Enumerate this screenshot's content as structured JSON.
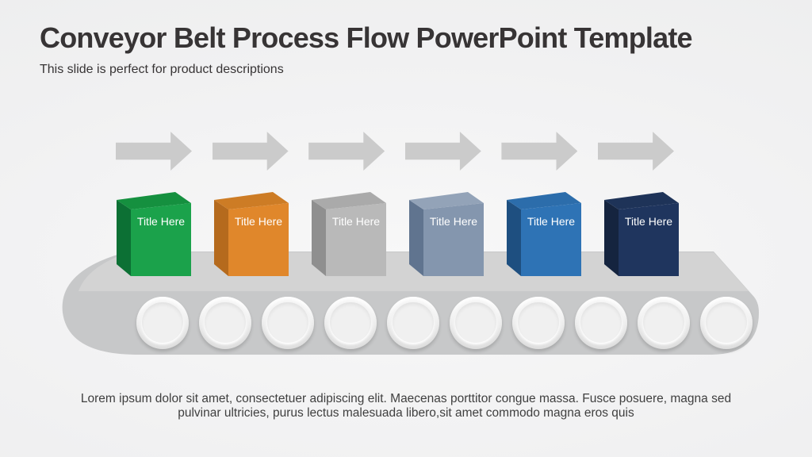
{
  "slide": {
    "title": "Conveyor Belt Process Flow PowerPoint Template",
    "subtitle": "This slide is perfect for product descriptions",
    "description": {
      "lines": [
        "Lorem ipsum dolor sit amet, consectetuer adipiscing elit. Maecenas porttitor congue massa. Fusce posuere, magna sed",
        "pulvinar ultricies, purus lectus malesuada libero,sit amet commodo magna eros quis"
      ]
    },
    "title_color": "#373435",
    "text_color": "#3f3f3f"
  },
  "diagram": {
    "arrow_count": 6,
    "arrow_color": "#cbcbcb",
    "belt_color": "#c7c8c9",
    "belt_top_color": "#d3d3d3",
    "roller_count": 10,
    "roller_color": "#f3f3f3",
    "label_color": "#ffffff",
    "steps": [
      {
        "label": "Title Here",
        "front": "#1ba24b",
        "side": "#0c7034",
        "top": "#15903f"
      },
      {
        "label": "Title Here",
        "front": "#e0872b",
        "side": "#b56a1d",
        "top": "#cd7c25"
      },
      {
        "label": "Title Here",
        "front": "#b9b9b9",
        "side": "#8f8f8f",
        "top": "#aaaaaa"
      },
      {
        "label": "Title Here",
        "front": "#8496ae",
        "side": "#60748f",
        "top": "#93a3b8"
      },
      {
        "label": "Title Here",
        "front": "#2e73b5",
        "side": "#1e4f80",
        "top": "#2c6dab"
      },
      {
        "label": "Title Here",
        "front": "#1f355e",
        "side": "#15243f",
        "top": "#1e3358"
      }
    ]
  }
}
